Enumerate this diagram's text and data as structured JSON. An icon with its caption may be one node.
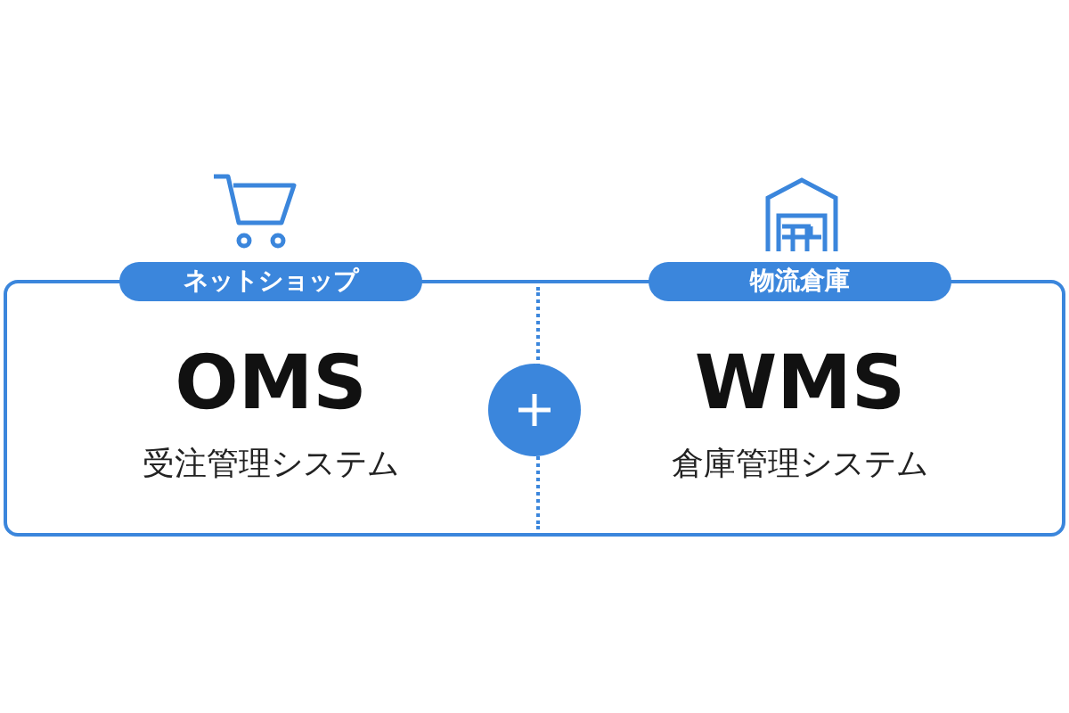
{
  "diagram": {
    "nodes": [
      {
        "text": [],
        "shape": "box"
      },
      {
        "text": [
          "ネットショップ",
          "OMS",
          "受注管理システム"
        ],
        "in": 0
      },
      {
        "text": [
          "物流倉庫",
          "WMS",
          "倉庫管理システム"
        ],
        "in": 0
      }
    ]
  }
}
